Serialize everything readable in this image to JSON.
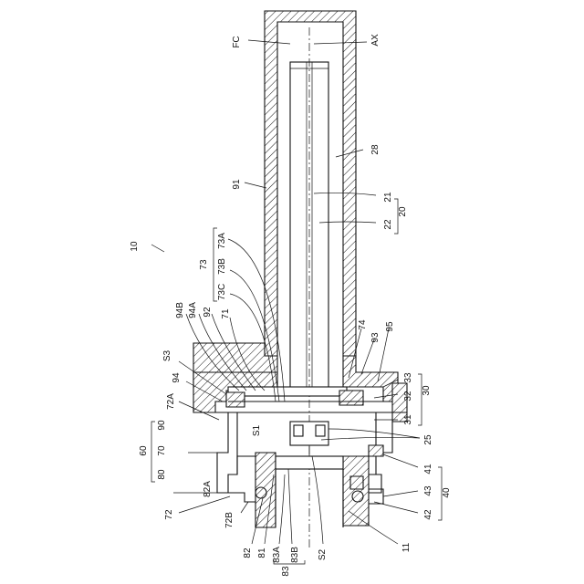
{
  "figure": {
    "labels": {
      "FC": "FC",
      "AX": "AX",
      "n28": "28",
      "n91": "91",
      "n21": "21",
      "n22": "22",
      "n20": "20",
      "n10": "10",
      "n73": "73",
      "n73A": "73A",
      "n73B": "73B",
      "n73C": "73C",
      "n94B": "94B",
      "n94A": "94A",
      "n92": "92",
      "n71": "71",
      "n74": "74",
      "n93": "93",
      "n95": "95",
      "S3": "S3",
      "n94": "94",
      "n72A": "72A",
      "n90": "90",
      "n60": "60",
      "n70": "70",
      "n80": "80",
      "n33": "33",
      "n32": "32",
      "n30": "30",
      "n31": "31",
      "S1": "S1",
      "n25": "25",
      "n41": "41",
      "n43": "43",
      "n40": "40",
      "n42": "42",
      "n82A": "82A",
      "n72": "72",
      "n72B": "72B",
      "n82": "82",
      "n81": "81",
      "n83A": "83A",
      "n83B": "83B",
      "n83": "83",
      "S2": "S2",
      "n11": "11"
    }
  }
}
